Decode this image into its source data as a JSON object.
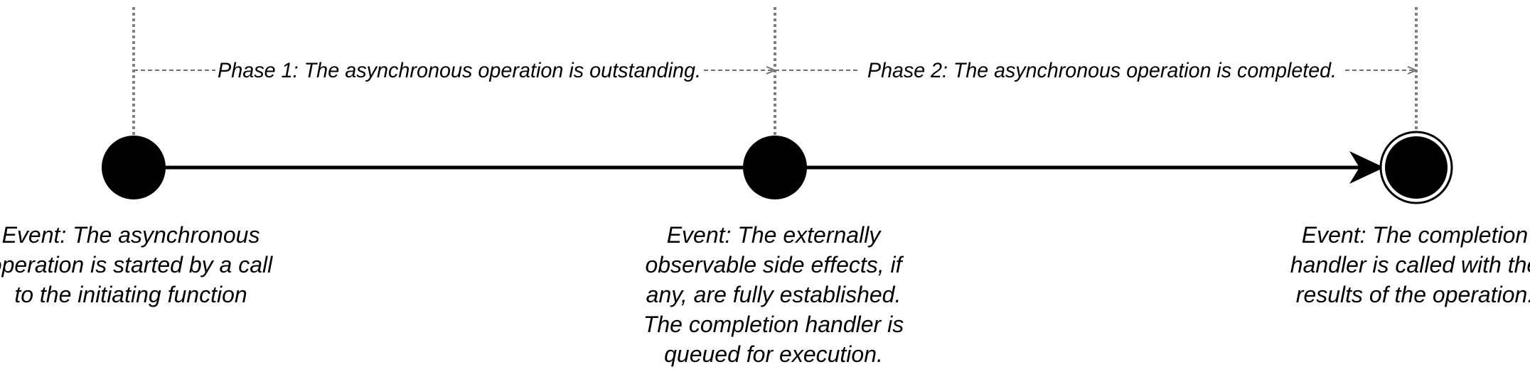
{
  "phases": [
    {
      "label": "Phase 1: The asynchronous operation is outstanding."
    },
    {
      "label": "Phase 2: The asynchronous operation is completed."
    }
  ],
  "events": [
    {
      "lines": [
        "Event: The asynchronous",
        "operation is started by a call",
        "to the initiating function"
      ]
    },
    {
      "lines": [
        "Event: The externally",
        "observable side effects, if",
        "any, are fully established.",
        "The completion handler is",
        "queued for execution."
      ]
    },
    {
      "lines": [
        "Event: The completion",
        "handler is called with the",
        "results of the operation."
      ]
    }
  ],
  "colors": {
    "timeline": "#000000",
    "guide": "#7f7f7f",
    "phase_arrow": "#6f6f6f"
  }
}
